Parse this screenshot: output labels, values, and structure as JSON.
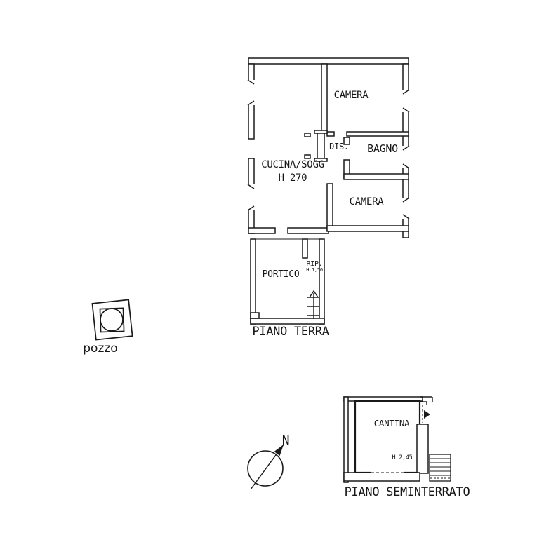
{
  "drawing": {
    "paper_color": "#ffffff",
    "ink_color": "#1a1a1a",
    "floors": [
      {
        "id": "piano-terra",
        "title": "PIANO TERRA",
        "rooms": [
          {
            "id": "camera-top",
            "label": "CAMERA"
          },
          {
            "id": "dis",
            "label": "DIS."
          },
          {
            "id": "bagno",
            "label": "BAGNO"
          },
          {
            "id": "cucina-sogg",
            "label": "CUCINA/SOGG",
            "height_note": "H 270"
          },
          {
            "id": "camera-bottom",
            "label": "CAMERA"
          },
          {
            "id": "portico",
            "label": "PORTICO"
          },
          {
            "id": "rip",
            "label": "RIP.",
            "height_note": "H.1,50"
          }
        ]
      },
      {
        "id": "piano-seminterrato",
        "title": "PIANO SEMINTERRATO",
        "rooms": [
          {
            "id": "cantina",
            "label": "CANTINA",
            "height_note": "H 2,45"
          }
        ]
      }
    ],
    "symbols": {
      "well": {
        "label": "pozzo",
        "icon": "well-plan-symbol"
      },
      "north": {
        "letter": "N",
        "icon": "north-arrow"
      },
      "stairs_ground": {
        "icon": "stairs-up-arrow"
      },
      "stairs_basement": {
        "icon": "stairs-treads"
      },
      "basement_door": {
        "icon": "door-swing-marker"
      }
    }
  }
}
